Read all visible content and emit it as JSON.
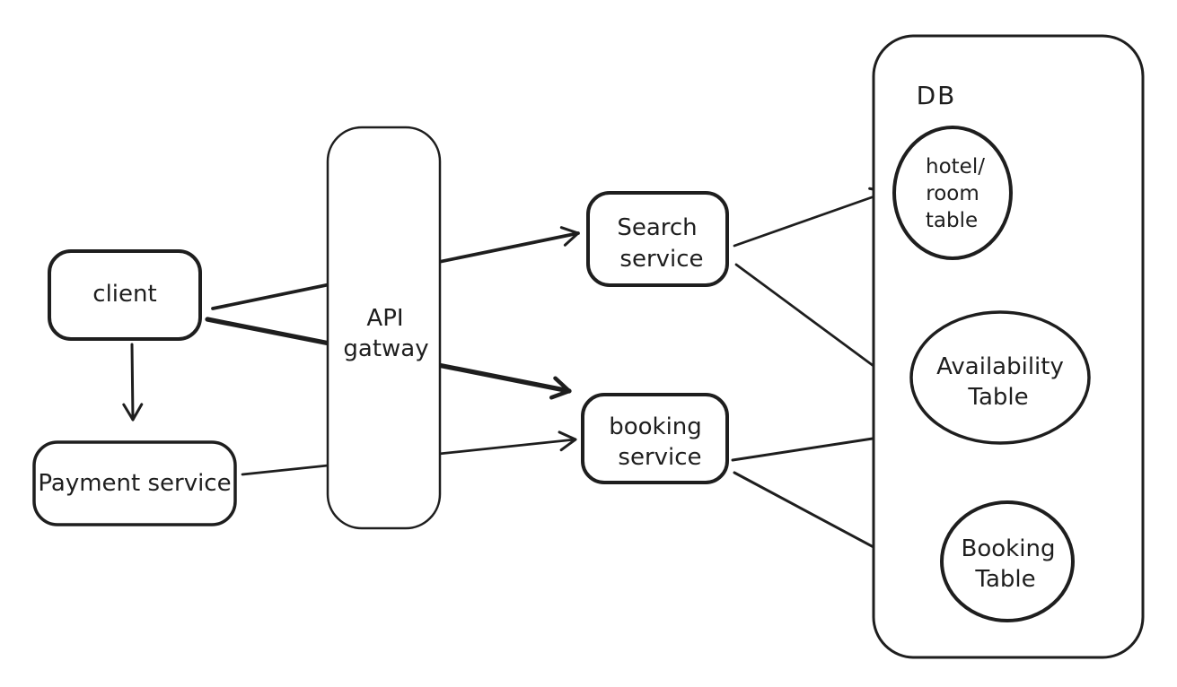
{
  "diagram": {
    "background": "#ffffff",
    "ink_color": "#1e1e1e",
    "style": "hand-drawn",
    "nodes": {
      "client": {
        "label": "client",
        "shape": "rounded-rectangle"
      },
      "payment_service": {
        "label": "Payment service",
        "shape": "rounded-rectangle"
      },
      "api_gateway": {
        "lines": [
          "API",
          "gatway"
        ],
        "shape": "tall-rounded-rectangle"
      },
      "search_service": {
        "lines": [
          "Search",
          "service"
        ],
        "shape": "rounded-rectangle"
      },
      "booking_service": {
        "lines": [
          "booking",
          "service"
        ],
        "shape": "rounded-rectangle"
      },
      "db": {
        "label": "DB",
        "shape": "rounded-rectangle-container"
      },
      "hotel_room_table": {
        "lines": [
          "hotel/",
          "room",
          "table"
        ],
        "shape": "ellipse"
      },
      "availability_table": {
        "lines": [
          "Availability",
          "Table"
        ],
        "shape": "ellipse"
      },
      "booking_table": {
        "lines": [
          "Booking",
          "Table"
        ],
        "shape": "ellipse"
      }
    },
    "edges": [
      {
        "from": "client",
        "to": "payment_service"
      },
      {
        "from": "client",
        "to": "search_service",
        "via": "api_gateway"
      },
      {
        "from": "client",
        "to": "booking_service",
        "via": "api_gateway"
      },
      {
        "from": "payment_service",
        "to": "booking_service",
        "via": "api_gateway"
      },
      {
        "from": "search_service",
        "to": "hotel_room_table"
      },
      {
        "from": "search_service",
        "to": "availability_table"
      },
      {
        "from": "booking_service",
        "to": "availability_table"
      },
      {
        "from": "booking_service",
        "to": "booking_table"
      }
    ]
  }
}
